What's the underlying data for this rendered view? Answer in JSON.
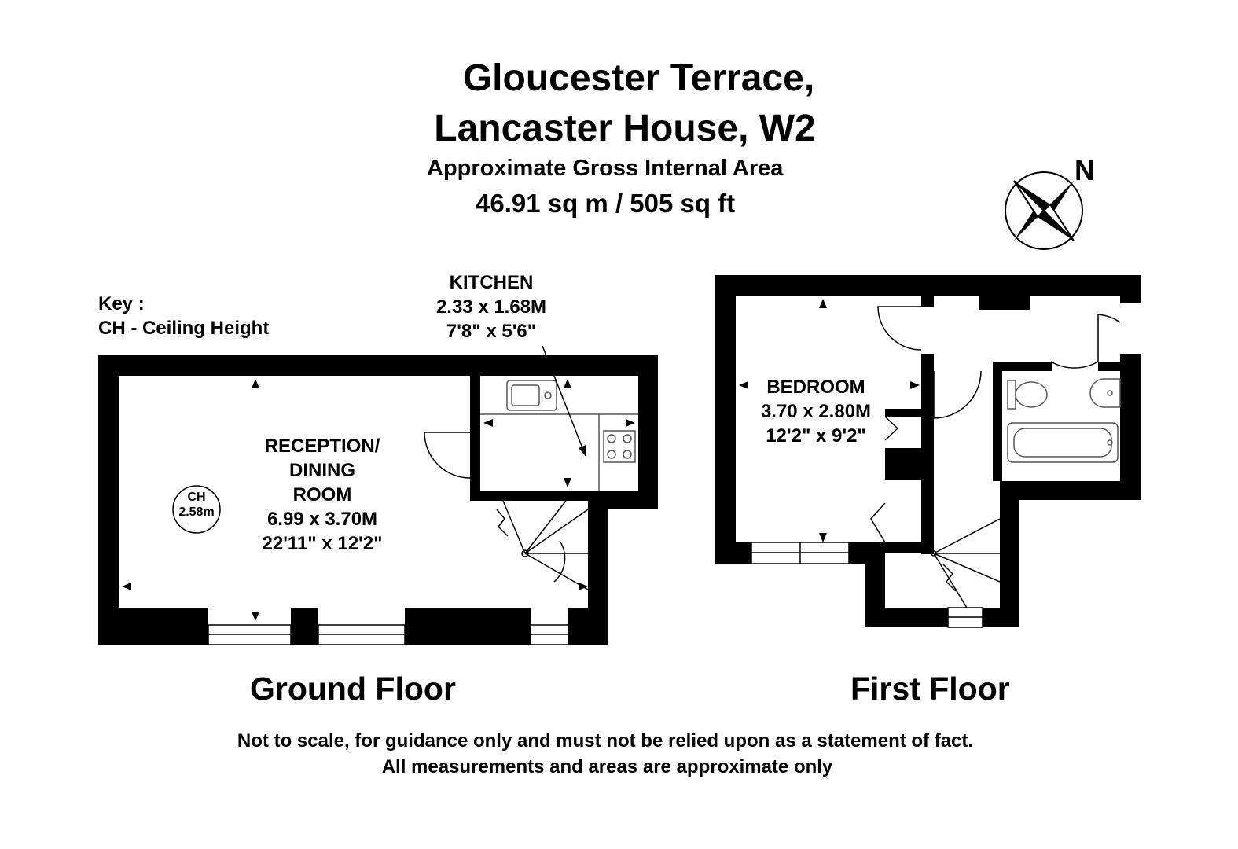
{
  "title": {
    "line1": "Gloucester Terrace,",
    "line2": "Lancaster House, W2"
  },
  "area": {
    "label": "Approximate Gross Internal Area",
    "value": "46.91 sq m /  505 sq ft"
  },
  "compass": {
    "north_label": "N",
    "icon": "compass-icon"
  },
  "key": {
    "title": "Key :",
    "entry": "CH - Ceiling Height"
  },
  "rooms": {
    "kitchen": {
      "name": "KITCHEN",
      "metric": "2.33 x 1.68M",
      "imperial": "7'8\" x 5'6\""
    },
    "reception": {
      "name_line1": "RECEPTION/",
      "name_line2": "DINING",
      "name_line3": "ROOM",
      "metric": "6.99 x 3.70M",
      "imperial": "22'11\" x 12'2\""
    },
    "bedroom": {
      "name": "BEDROOM",
      "metric": "3.70 x 2.80M",
      "imperial": "12'2\" x 9'2\""
    }
  },
  "ceiling_height": {
    "label": "CH",
    "value": "2.58m"
  },
  "floors": {
    "ground": "Ground Floor",
    "first": "First Floor"
  },
  "disclaimer": {
    "line1": "Not to scale, for guidance only and must not be relied upon as a statement of fact.",
    "line2": "All measurements and areas are approximate only"
  },
  "colors": {
    "wall": "#000000",
    "background": "#ffffff",
    "fixture": "#555555"
  }
}
